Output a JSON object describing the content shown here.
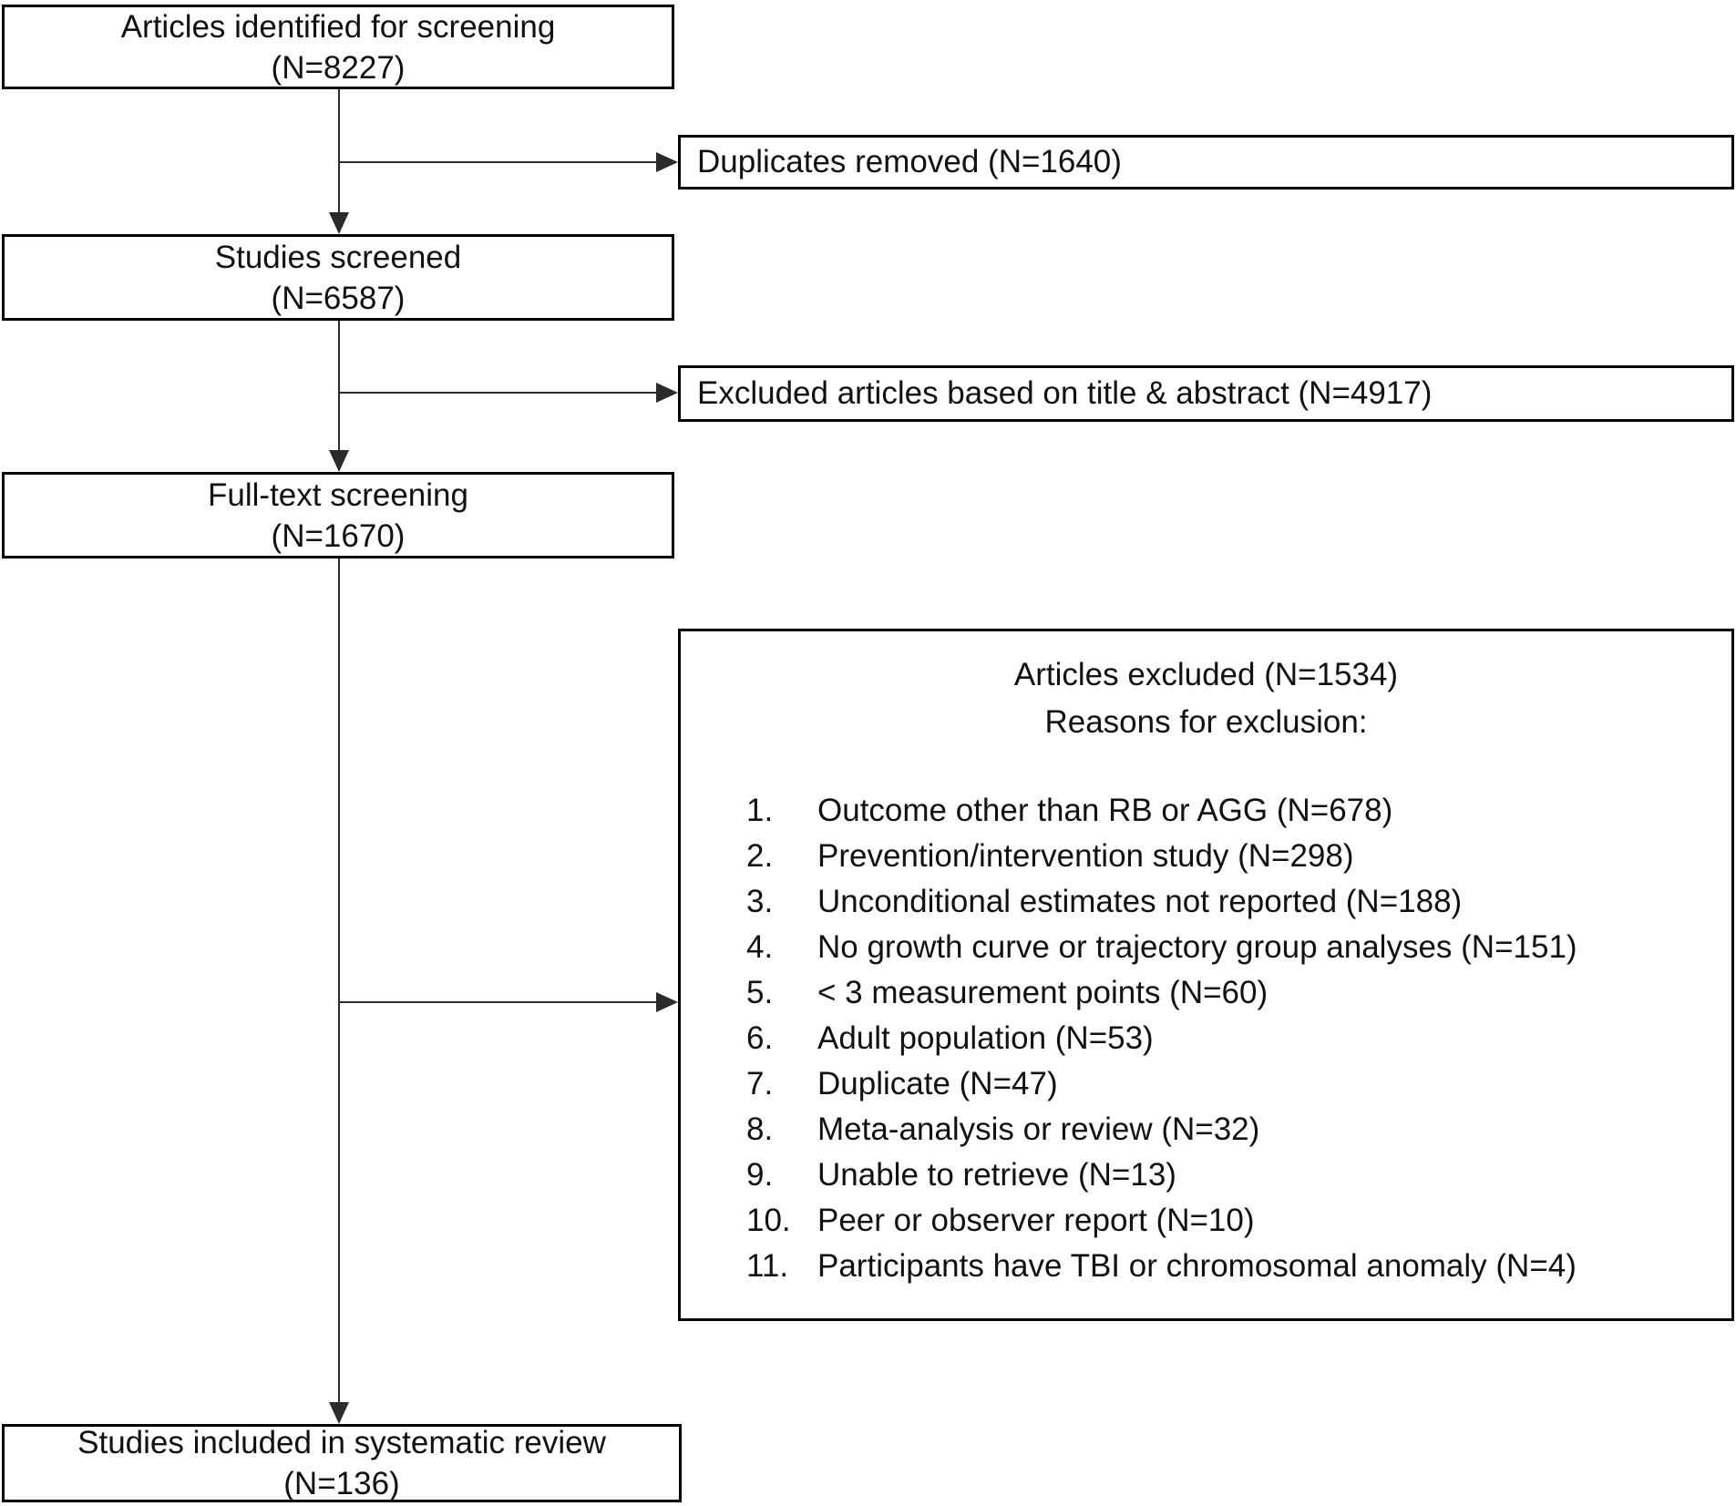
{
  "flow_boxes": {
    "identified": {
      "line1": "Articles identified for screening",
      "line2": "(N=8227)"
    },
    "screened": {
      "line1": "Studies screened",
      "line2": "(N=6587)"
    },
    "fulltext": {
      "line1": "Full-text screening",
      "line2": "(N=1670)"
    },
    "included": {
      "line1": "Studies included in systematic review",
      "line2": "(N=136)"
    }
  },
  "side_boxes": {
    "duplicates": {
      "label": "Duplicates removed (N=1640)"
    },
    "title_abstract": {
      "label": "Excluded articles based on title & abstract (N=4917)"
    }
  },
  "exclusion_box": {
    "title": "Articles excluded (N=1534)",
    "subtitle": "Reasons for exclusion:",
    "reasons": [
      {
        "num": "1.",
        "label": "Outcome other than RB or AGG (N=678)"
      },
      {
        "num": "2.",
        "label": "Prevention/intervention study (N=298)"
      },
      {
        "num": "3.",
        "label": "Unconditional estimates not reported (N=188)"
      },
      {
        "num": "4.",
        "label": "No growth curve or trajectory group analyses (N=151)"
      },
      {
        "num": "5.",
        "label": "< 3 measurement points (N=60)"
      },
      {
        "num": "6.",
        "label": "Adult population (N=53)"
      },
      {
        "num": "7.",
        "label": "Duplicate (N=47)"
      },
      {
        "num": "8.",
        "label": "Meta-analysis or review (N=32)"
      },
      {
        "num": "9.",
        "label": "Unable to retrieve (N=13)"
      },
      {
        "num": "10.",
        "label": "Peer or observer report (N=10)"
      },
      {
        "num": "11.",
        "label": "Participants have TBI or chromosomal anomaly (N=4)"
      }
    ]
  },
  "colors": {
    "background": "#ffffff",
    "border": "#000000",
    "line": "#2b2b2b",
    "text": "#111111"
  }
}
